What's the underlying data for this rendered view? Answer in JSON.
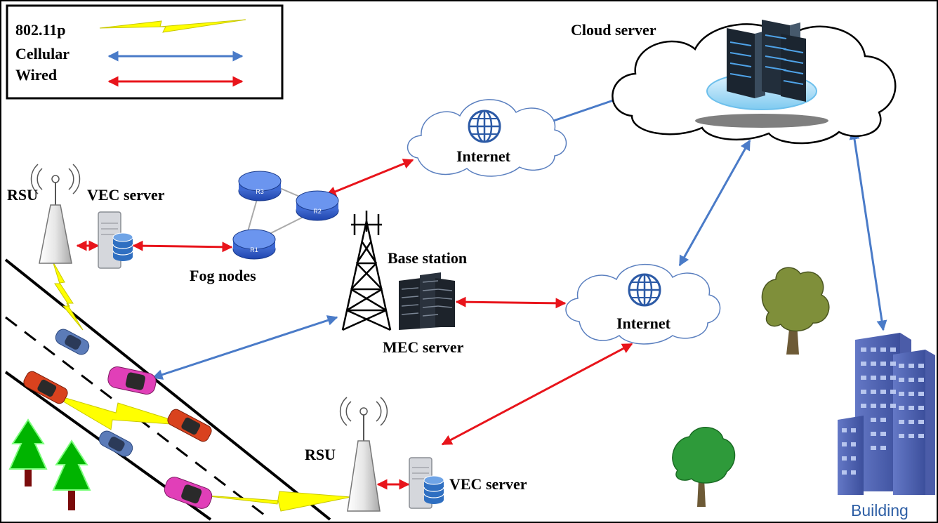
{
  "legend": {
    "items": [
      {
        "label": "802.11p",
        "type": "wireless",
        "color": "#ffff00"
      },
      {
        "label": "Cellular",
        "type": "cellular",
        "color": "#4a7bc8"
      },
      {
        "label": "Wired",
        "type": "wired",
        "color": "#e8141b"
      }
    ]
  },
  "nodes": {
    "cloud_server": "Cloud server",
    "internet_top": "Internet",
    "internet_bottom": "Internet",
    "rsu_top": "RSU",
    "vec_server_top": "VEC server",
    "fog_nodes": "Fog nodes",
    "base_station": "Base station",
    "mec_server": "MEC server",
    "rsu_bottom": "RSU",
    "vec_server_bottom": "VEC server",
    "building": "Building"
  },
  "router_labels": [
    "R3",
    "R2",
    "R1"
  ],
  "colors": {
    "wired": "#e8141b",
    "cellular": "#4a7bc8",
    "wireless": "#ffff00",
    "building_label": "#2e5fa5"
  }
}
